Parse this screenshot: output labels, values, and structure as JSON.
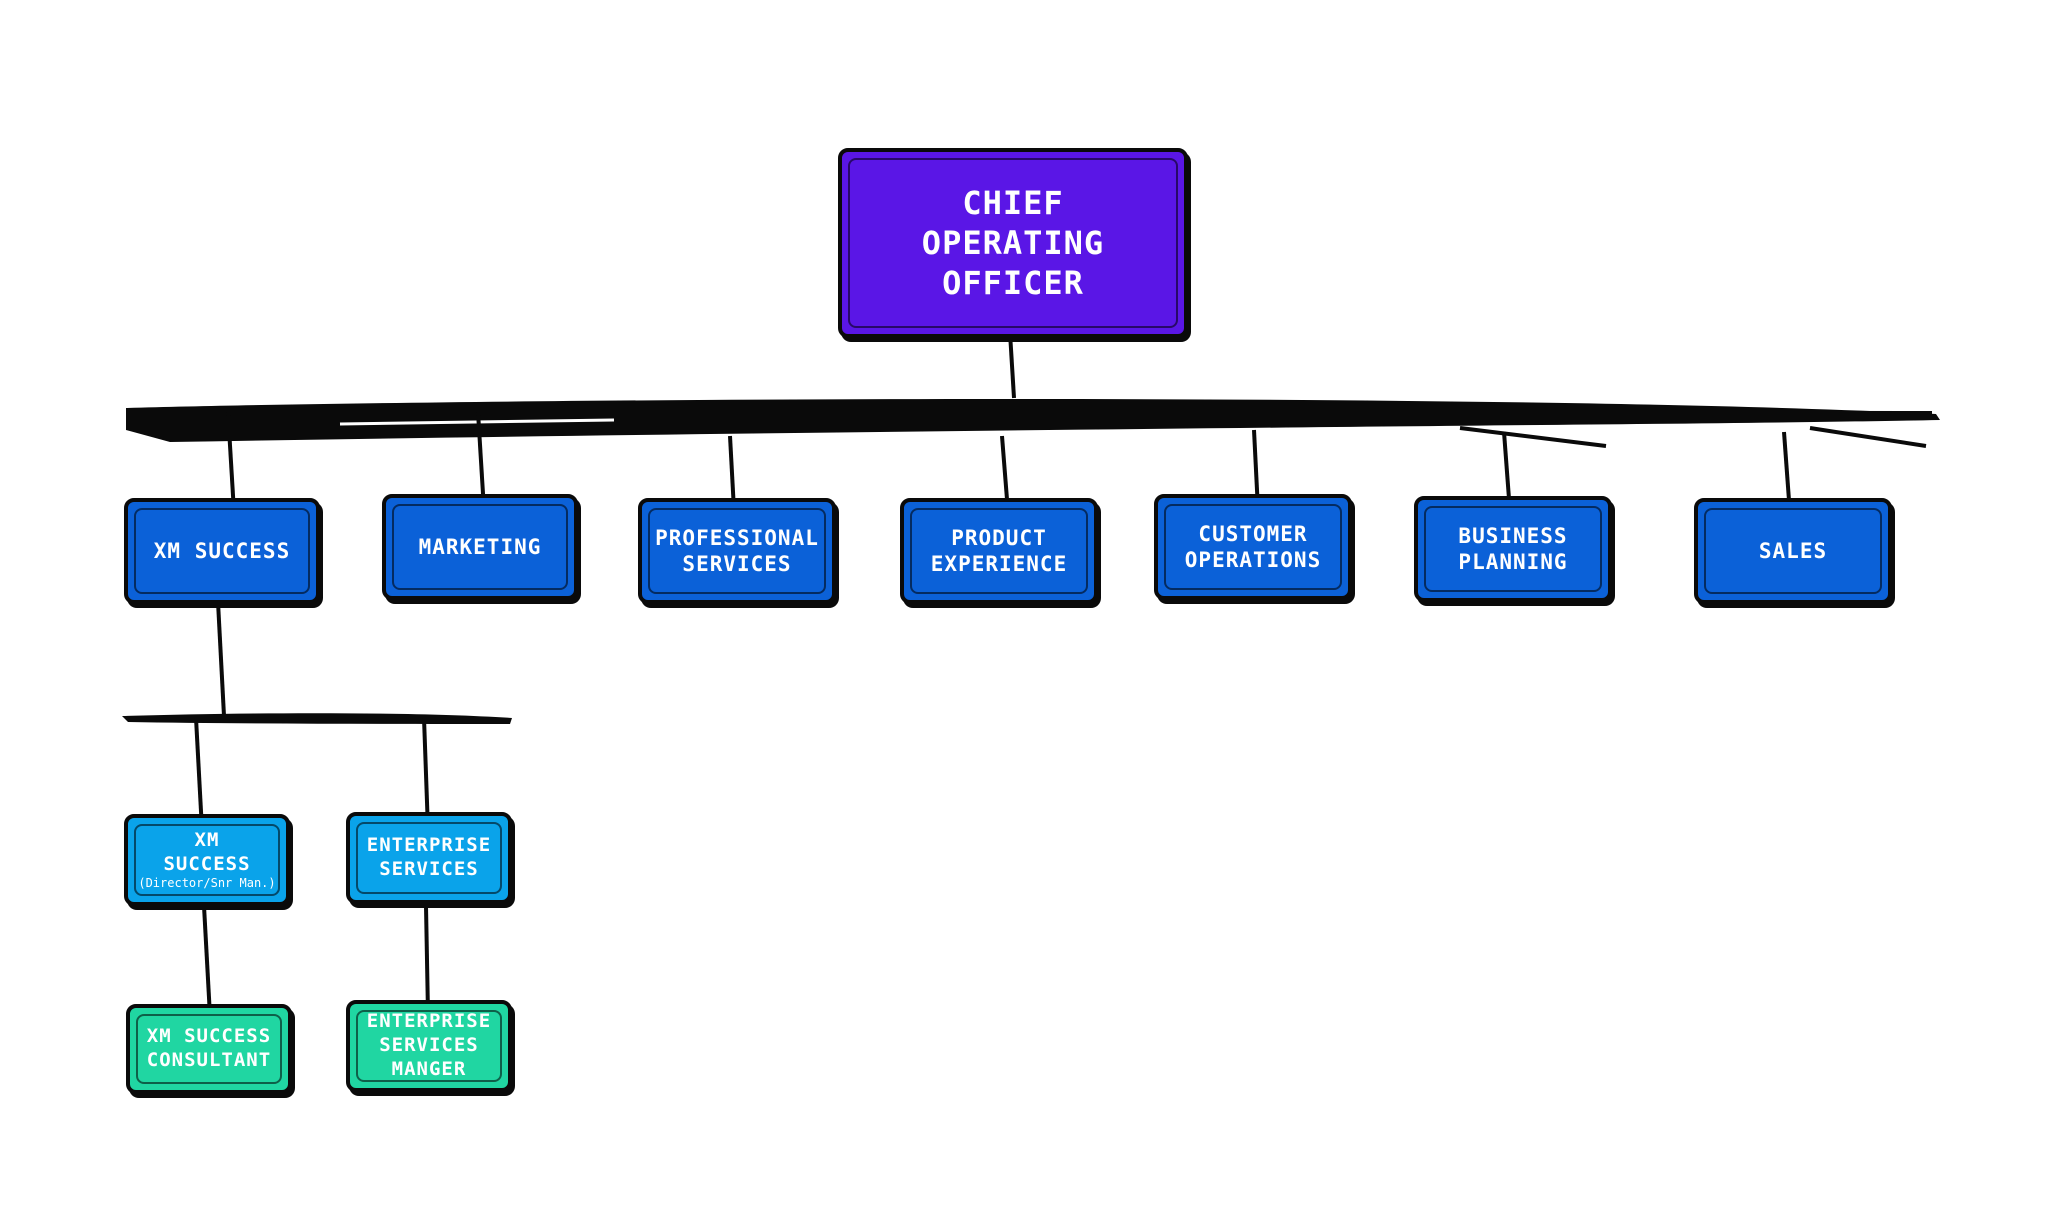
{
  "chart": {
    "root": {
      "label": "CHIEF\nOPERATING\nOFFICER",
      "color": "#5a16e6"
    },
    "departments": [
      {
        "id": "xm-success",
        "label": "XM SUCCESS"
      },
      {
        "id": "marketing",
        "label": "MARKETING"
      },
      {
        "id": "professional-services",
        "label": "PROFESSIONAL\nSERVICES"
      },
      {
        "id": "product-experience",
        "label": "PRODUCT\nEXPERIENCE"
      },
      {
        "id": "customer-operations",
        "label": "CUSTOMER\nOPERATIONS"
      },
      {
        "id": "business-planning",
        "label": "BUSINESS\nPLANNING"
      },
      {
        "id": "sales",
        "label": "SALES"
      }
    ],
    "sub_roles": [
      {
        "id": "xm-success-director",
        "label": "XM\nSUCCESS",
        "note": "(Director/Snr Man.)"
      },
      {
        "id": "enterprise-services",
        "label": "ENTERPRISE\nSERVICES"
      }
    ],
    "leaf_roles": [
      {
        "id": "xm-success-consultant",
        "label": "XM SUCCESS\nCONSULTANT"
      },
      {
        "id": "enterprise-services-manger",
        "label": "ENTERPRISE\nSERVICES\nMANGER"
      }
    ],
    "colors": {
      "level1": "#5a16e6",
      "level2": "#0b61d8",
      "level3": "#0aa3ea",
      "level4": "#20d6a2",
      "lines": "#0a0a0a"
    }
  }
}
